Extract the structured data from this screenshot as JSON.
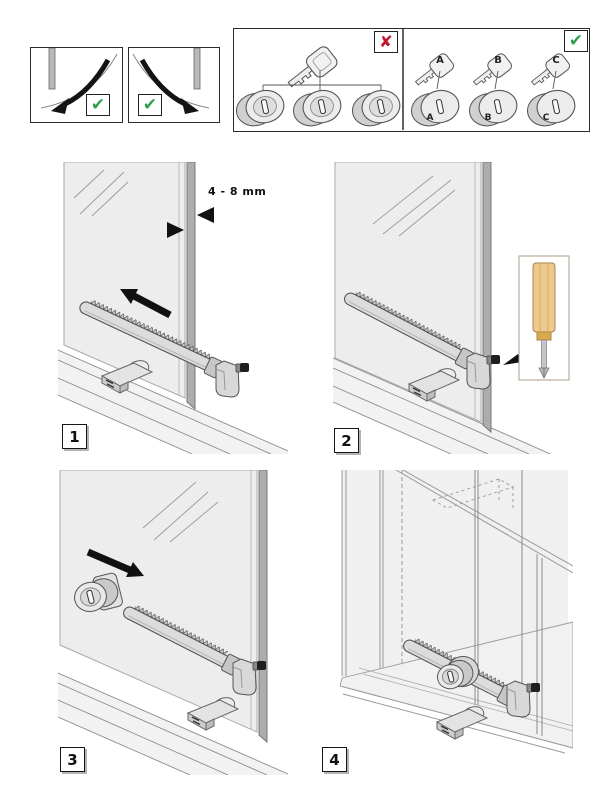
{
  "orientation_panels": {
    "left": {
      "mark": "✔"
    },
    "right": {
      "mark": "✔"
    }
  },
  "keying_panels": {
    "wrong": {
      "mark": "✘"
    },
    "correct": {
      "mark": "✔",
      "key_labels": [
        "A",
        "B",
        "C"
      ],
      "lock_labels": [
        "A",
        "B",
        "C"
      ]
    }
  },
  "steps": [
    {
      "number": "1",
      "annotation": "4 - 8 mm"
    },
    {
      "number": "2"
    },
    {
      "number": "3"
    },
    {
      "number": "4"
    }
  ],
  "colors": {
    "check_green": "#2E9E4F",
    "cross_red": "#C2122F"
  }
}
